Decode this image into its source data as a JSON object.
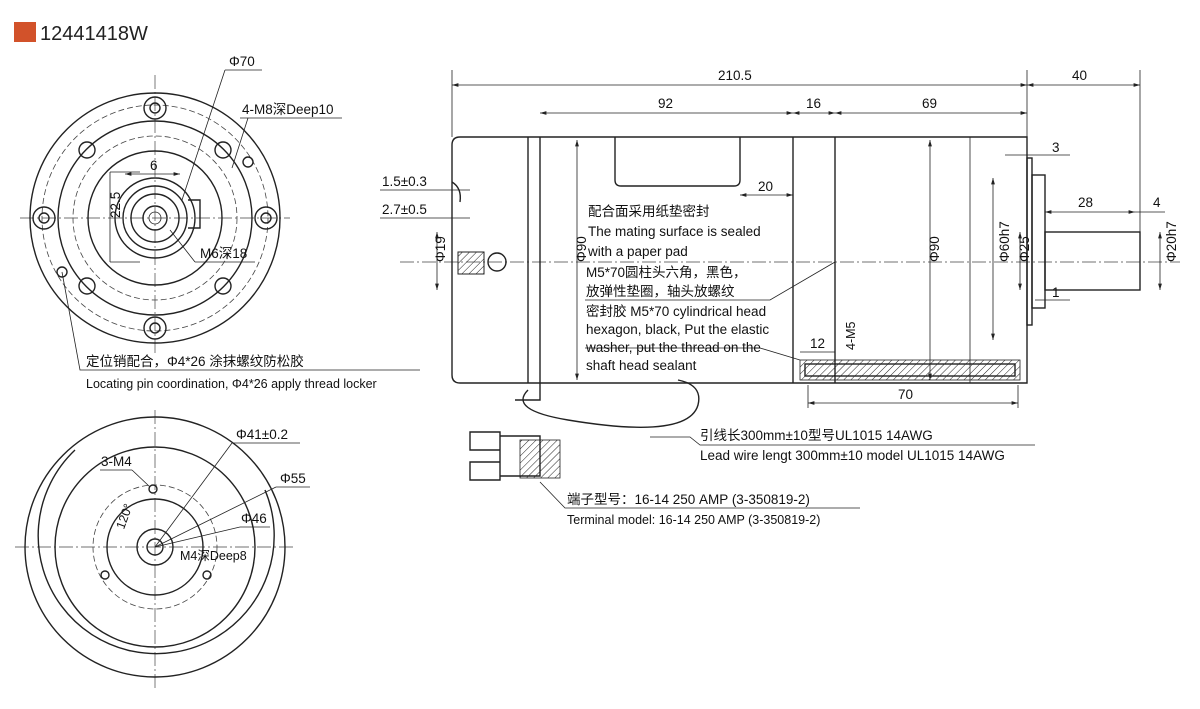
{
  "title": {
    "code": "12441418W",
    "marker_color": "#d2522a"
  },
  "front_view": {
    "d70": "Φ70",
    "m8": "4-M8深Deep10",
    "w6": "6",
    "h22_5": "22.5",
    "m6": "M6深18",
    "note_cn": "定位销配合，Φ4*26 涂抹螺纹防松胶",
    "note_en": "Locating pin coordination, Φ4*26 apply thread locker"
  },
  "rear_view": {
    "d41": "Φ41±0.2",
    "m4x3": "3-M4",
    "d55": "Φ55",
    "angle": "120°",
    "d46": "Φ46",
    "m4": "M4深Deep8"
  },
  "side_view": {
    "total": "210.5",
    "shaft": "40",
    "l92": "92",
    "l16": "16",
    "l69": "69",
    "l20": "20",
    "l3": "3",
    "l28": "28",
    "l4": "4",
    "l1": "1",
    "l12": "12",
    "m5x4": "4-M5",
    "l70": "70",
    "t15": "1.5±0.3",
    "t27": "2.7±0.5",
    "d19": "Φ19",
    "d90a": "Φ90",
    "d90b": "Φ90",
    "d60": "Φ60h7",
    "d25": "Φ25",
    "d20": "Φ20h7",
    "seal_note": [
      "配合面采用纸垫密封",
      "The mating surface is sealed",
      "with a paper pad"
    ],
    "screw_note": [
      "M5*70圆柱头六角，黑色，",
      "放弹性垫圈，轴头放螺纹",
      "密封胶 M5*70 cylindrical head",
      "hexagon, black, Put the elastic",
      "washer, put the thread on the",
      "shaft head sealant"
    ],
    "lead_cn": "引线长300mm±10型号UL1015 14AWG",
    "lead_en": "Lead wire lengt 300mm±10 model UL1015 14AWG",
    "term_cn": "端子型号：16-14 250 AMP (3-350819-2)",
    "term_en": "Terminal model: 16-14 250 AMP (3-350819-2)"
  }
}
